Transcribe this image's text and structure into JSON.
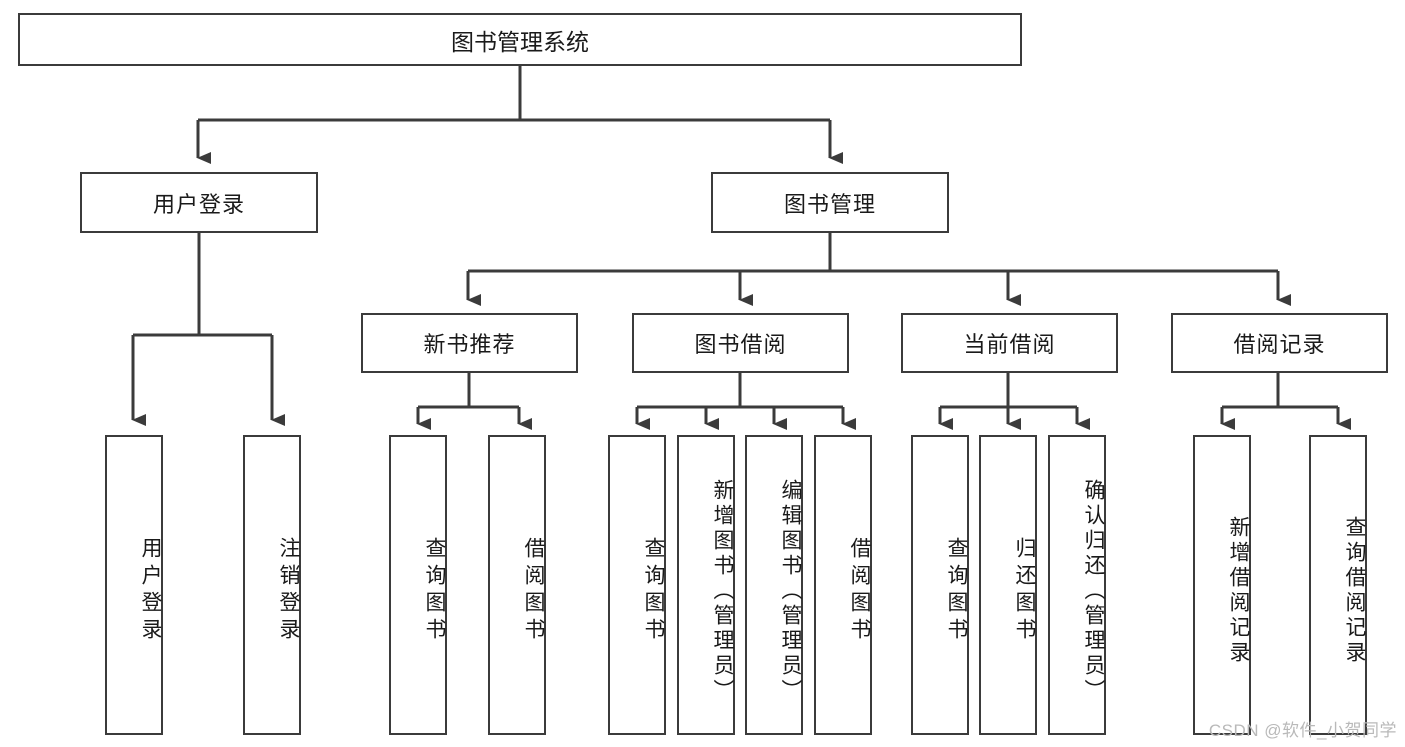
{
  "diagram": {
    "type": "tree",
    "title": "图书管理系统",
    "root": {
      "id": "root",
      "label": "图书管理系统"
    },
    "level2": [
      {
        "id": "user-login",
        "label": "用户登录"
      },
      {
        "id": "book-manage",
        "label": "图书管理"
      }
    ],
    "level3": [
      {
        "id": "new-book-rec",
        "label": "新书推荐",
        "parent": "book-manage"
      },
      {
        "id": "book-borrow",
        "label": "图书借阅",
        "parent": "book-manage"
      },
      {
        "id": "current-borrow",
        "label": "当前借阅",
        "parent": "book-manage"
      },
      {
        "id": "borrow-record",
        "label": "借阅记录",
        "parent": "book-manage"
      }
    ],
    "leaves": [
      {
        "id": "leaf-user-login",
        "label": "用户登录",
        "parent": "user-login"
      },
      {
        "id": "leaf-logout",
        "label": "注销登录",
        "parent": "user-login"
      },
      {
        "id": "leaf-query-book-1",
        "label": "查询图书",
        "parent": "new-book-rec"
      },
      {
        "id": "leaf-borrow-book-1",
        "label": "借阅图书",
        "parent": "new-book-rec"
      },
      {
        "id": "leaf-query-book-2",
        "label": "查询图书",
        "parent": "book-borrow"
      },
      {
        "id": "leaf-add-book",
        "label": "新增图书（管理员）",
        "parent": "book-borrow"
      },
      {
        "id": "leaf-edit-book",
        "label": "编辑图书（管理员）",
        "parent": "book-borrow"
      },
      {
        "id": "leaf-borrow-book-2",
        "label": "借阅图书",
        "parent": "book-borrow"
      },
      {
        "id": "leaf-query-book-3",
        "label": "查询图书",
        "parent": "current-borrow"
      },
      {
        "id": "leaf-return-book",
        "label": "归还图书",
        "parent": "current-borrow"
      },
      {
        "id": "leaf-confirm-return",
        "label": "确认归还（管理员）",
        "parent": "current-borrow"
      },
      {
        "id": "leaf-add-record",
        "label": "新增借阅记录",
        "parent": "borrow-record"
      },
      {
        "id": "leaf-query-record",
        "label": "查询借阅记录",
        "parent": "borrow-record"
      }
    ]
  },
  "watermark": {
    "text": "CSDN @软件_小贺同学"
  },
  "colors": {
    "border": "#3b3b3b",
    "background": "#ffffff",
    "text": "#1a1a1a",
    "watermark": "#b9b9b9"
  }
}
